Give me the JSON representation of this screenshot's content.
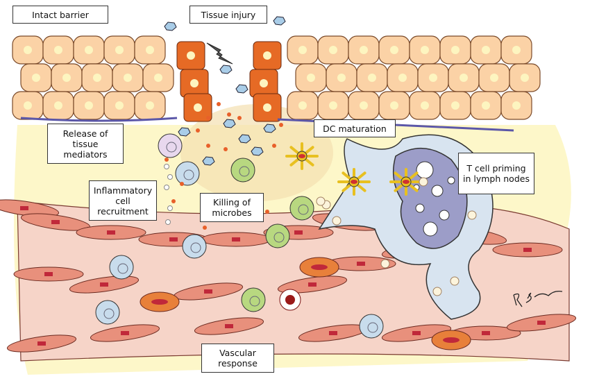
{
  "labels": {
    "intact_barrier": "Intact barrier",
    "tissue_injury": "Tissue injury",
    "release_mediators": "Release of tissue mediators",
    "dc_maturation": "DC maturation",
    "t_cell_priming": "T cell priming in lymph nodes",
    "inflammatory_recruitment": "Inflammatory cell recruitment",
    "killing_microbes": "Killing of microbes",
    "vascular_response": "Vascular response"
  },
  "signature": "R. Sh2005",
  "colors": {
    "tissue": "#fdf7c9",
    "epithelial_cell": "#fbd2a6",
    "injured_cell": "#e66a25",
    "basement_membrane": "#5b57a8",
    "vessel": "#f6d4c8",
    "endothelium": "#e8907c",
    "lymph_vessel": "#d8e4f0",
    "lymph_node": "#9c9dc8",
    "microbe": "#a9cde8",
    "mediator": "#e8602a"
  }
}
